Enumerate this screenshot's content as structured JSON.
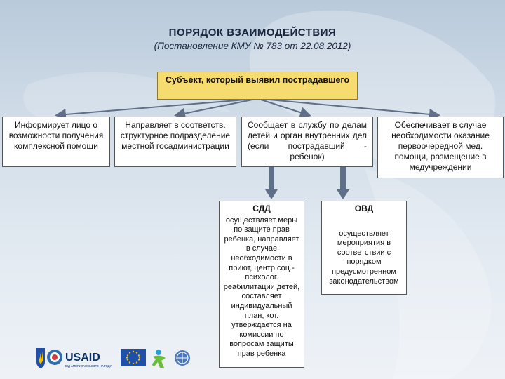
{
  "title": "ПОРЯДОК ВЗАИМОДЕЙСТВИЯ",
  "subtitle": "(Постановление КМУ № 783 от 22.08.2012)",
  "subject": "Субъект, который выявил пострадавшего",
  "boxes": [
    "Информирует лицо о возможности получения комплексной помощи",
    "Направляет в соответств. структурное подразделение местной госадминистрации",
    "Сообщает в службу по делам детей и орган внутренних дел (если пострадавший - ребенок)",
    "Обеспечивает в случае необходимости оказание первоочередной мед. помощи, размещение в медучреждении"
  ],
  "sdd": {
    "header": "СДД",
    "body": "осуществляет меры по защите прав ребенка, направляет в случае необходимости в приют, центр соц.-психолог. реабилитации детей, составляет индивидуальный план, кот. утверждается на комиссии по вопросам защиты прав ребенка"
  },
  "ovd": {
    "header": "ОВД",
    "body": "осуществляет мероприятия в соответствии с порядком предусмотренном законодательством"
  },
  "logos": {
    "usaid": "USAID",
    "usaid_tagline": "ВІД АМЕРИКАНСЬКОГО НАРОДУ",
    "ukraine_color": "#f5c400",
    "eu_color": "#1f4fa8"
  }
}
